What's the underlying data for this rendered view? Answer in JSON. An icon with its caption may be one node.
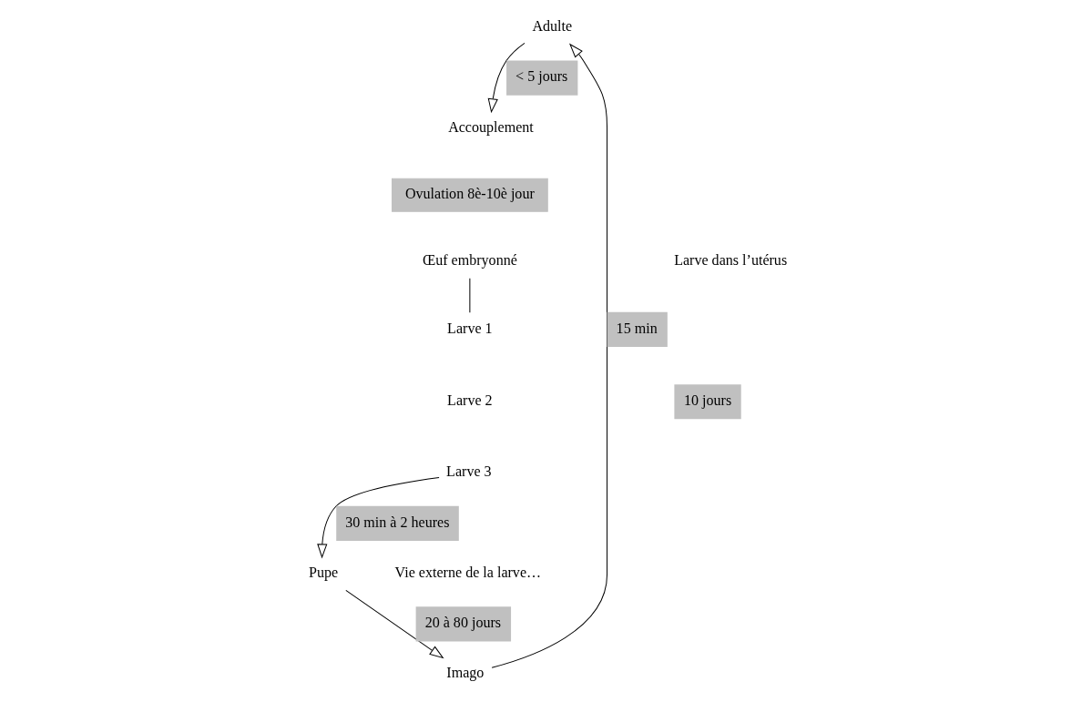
{
  "diagram": {
    "nodes": [
      {
        "text": [
          "Adulte"
        ]
      },
      {
        "text": [
          "Accouplement"
        ]
      },
      {
        "text": [
          "Ovulation 8è-10è jour"
        ]
      },
      {
        "text": [
          "Œuf embryonné"
        ]
      },
      {
        "text": [
          "Larve 1"
        ]
      },
      {
        "text": [
          "Larve 2"
        ]
      },
      {
        "text": [
          "Larve 3"
        ]
      },
      {
        "text": [
          "Pupe"
        ]
      },
      {
        "text": [
          "Imago"
        ]
      }
    ],
    "edges": [
      {
        "from": 0,
        "to": 1,
        "arrow": "to",
        "label": "< 5 jours"
      },
      {
        "from": 3,
        "to": 4,
        "arrow": "none"
      },
      {
        "from": 6,
        "to": 7,
        "arrow": "to",
        "label": "30 min à 2 heures"
      },
      {
        "from": 7,
        "to": 8,
        "arrow": "to",
        "label": "20 à 80 jours"
      },
      {
        "from": 8,
        "to": 0,
        "arrow": "to",
        "label": "15 min"
      }
    ],
    "labels": [
      "Larve dans l’utérus",
      "10 jours",
      "Vie externe de la larve…"
    ]
  }
}
